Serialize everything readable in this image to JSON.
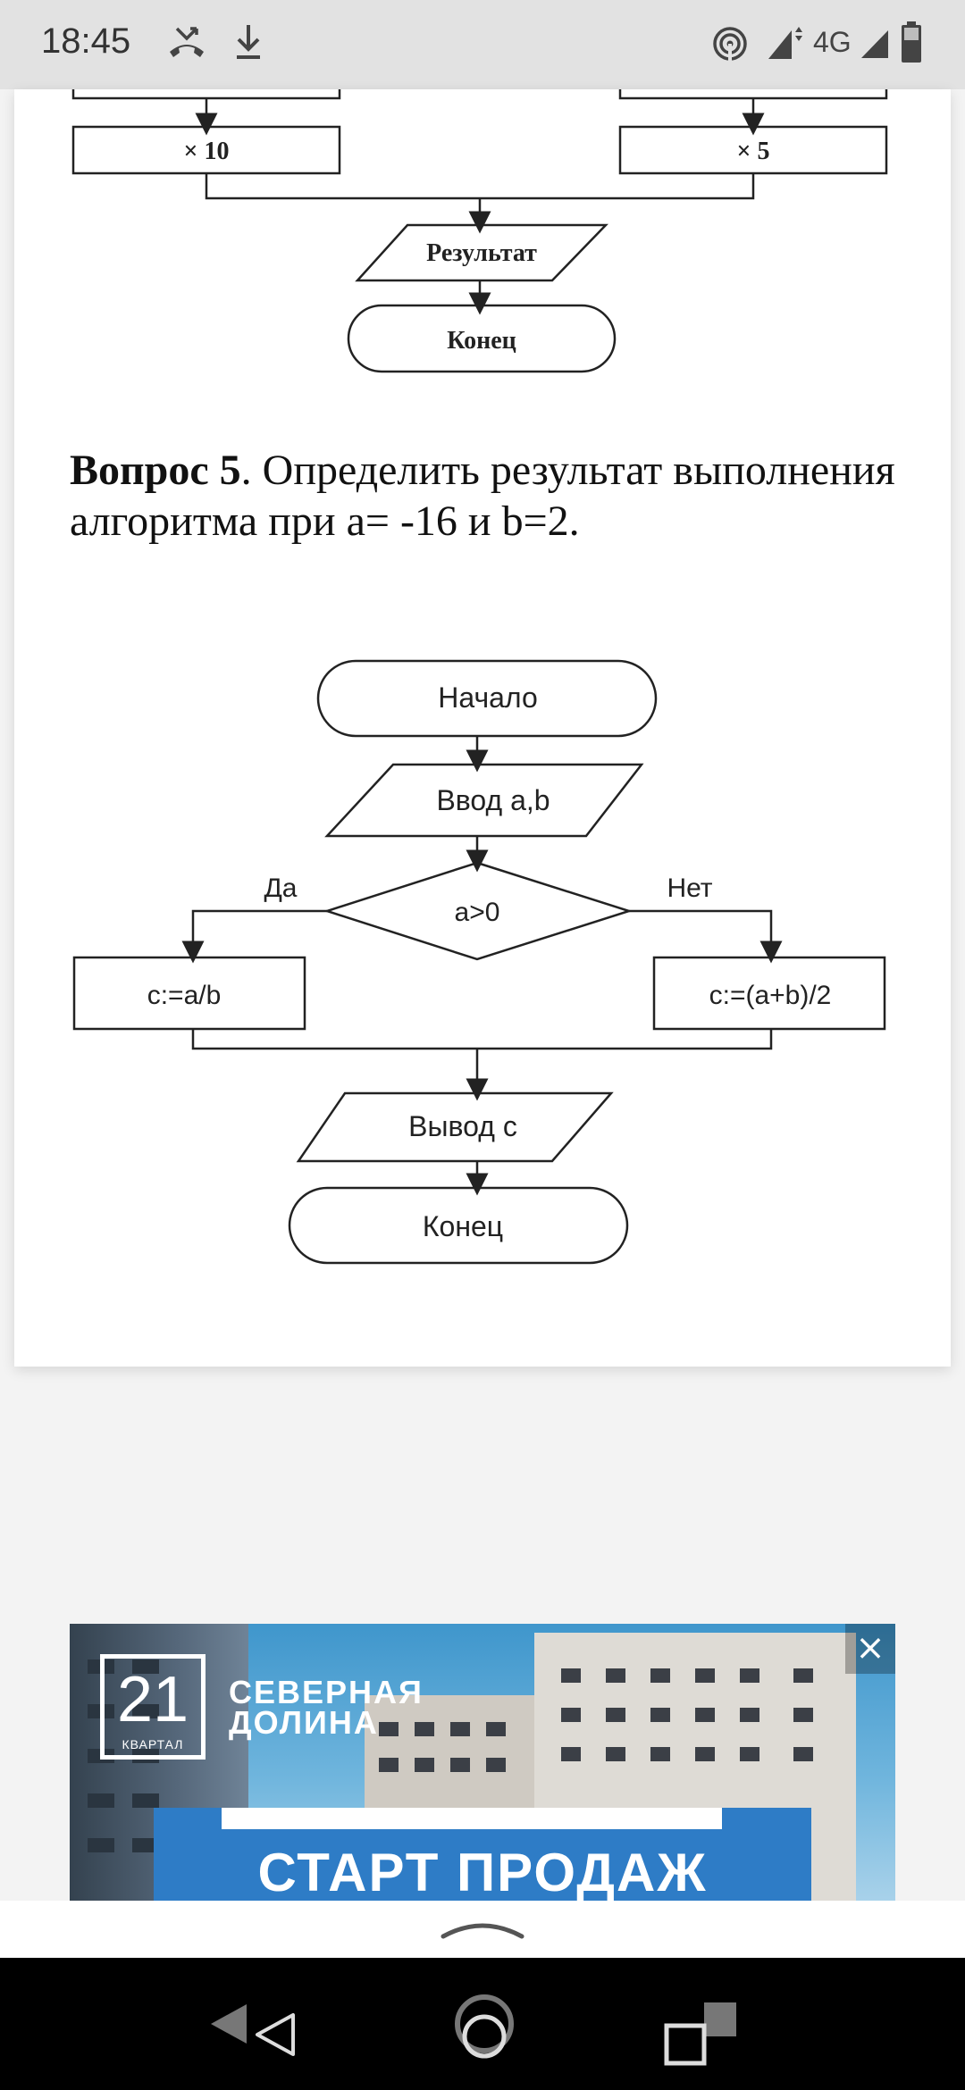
{
  "status_bar": {
    "time": "18:45",
    "network_label": "4G",
    "icons": [
      "missed-call-icon",
      "download-icon",
      "hotspot-icon",
      "signal-icon",
      "signal-icon",
      "battery-icon"
    ]
  },
  "top_flowchart": {
    "box_left": "× 10",
    "box_right": "× 5",
    "output": "Результат",
    "end": "Конец"
  },
  "question": {
    "label": "Вопрос 5",
    "text": ". Определить результат выполнения алгоритма при a= -16 и b=2."
  },
  "flowchart": {
    "start": "Начало",
    "input": "Ввод a,b",
    "condition": "a>0",
    "yes_label": "Да",
    "no_label": "Нет",
    "yes_branch": "c:=a/b",
    "no_branch": "c:=(a+b)/2",
    "output": "Вывод c",
    "end": "Конец"
  },
  "ad": {
    "logo_number": "21",
    "logo_sub": "КВАРТАЛ",
    "brand_line1": "СЕВЕРНАЯ",
    "brand_line2": "ДОЛИНА",
    "cta": "СТАРТ ПРОДАЖ",
    "close_symbol": "×"
  },
  "nav_bar": {
    "buttons": [
      "back",
      "home",
      "recents"
    ]
  }
}
